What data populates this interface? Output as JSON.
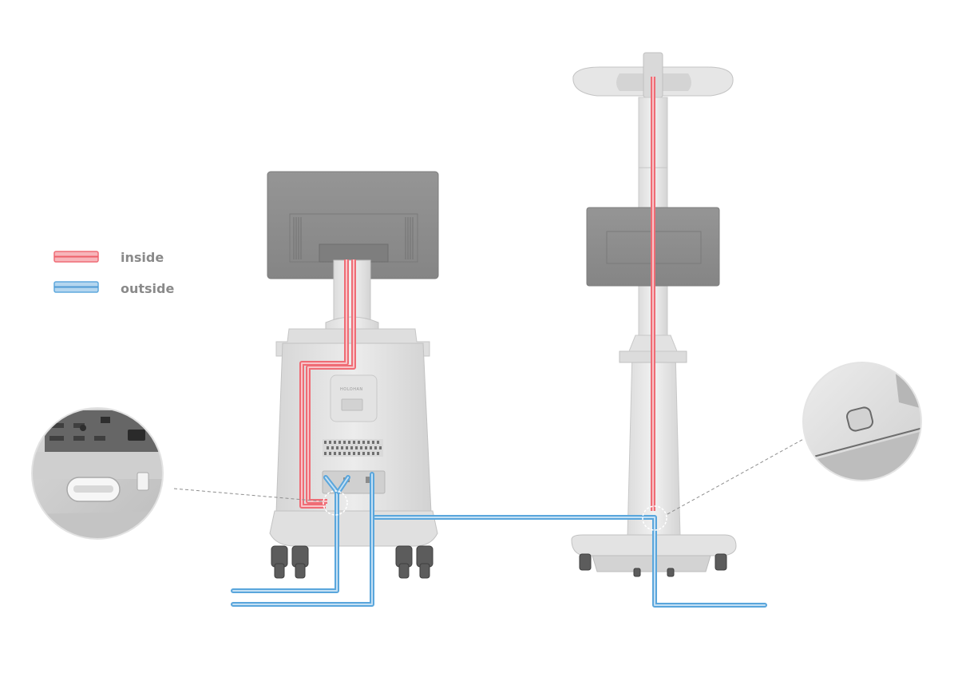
{
  "legend": {
    "items": [
      {
        "label": "inside",
        "color": "#f0646e"
      },
      {
        "label": "outside",
        "color": "#5aa6dc"
      }
    ]
  },
  "device": {
    "brand_label": "HOLOHAN"
  },
  "colors": {
    "inside_cable": "#f0646e",
    "outside_cable": "#5aa6dc",
    "body_light": "#e4e4e4",
    "body_mid": "#cfcfcf",
    "monitor": "#8c8c8c",
    "dashed_leader": "#8e8e8e"
  }
}
